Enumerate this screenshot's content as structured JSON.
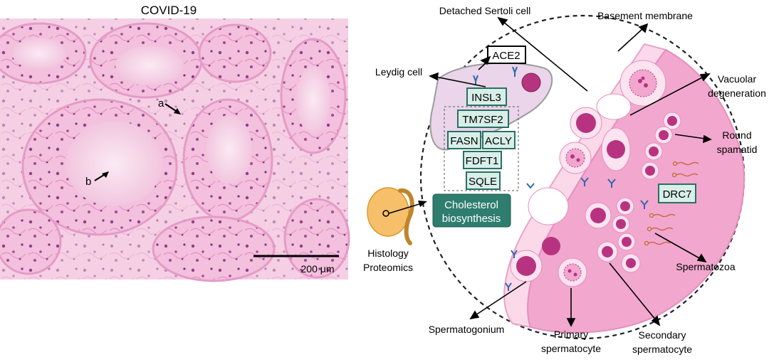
{
  "histology": {
    "title": "COVID-19",
    "marker_a": "a",
    "marker_b": "b",
    "scale_bar": "200 μm"
  },
  "diagram": {
    "labels": {
      "detached_sertoli": "Detached Sertoli cell",
      "basement_membrane": "Basement membrane",
      "leydig_cell": "Leydig cell",
      "vacuolar_line1": "Vacuolar",
      "vacuolar_line2": "degeneration",
      "round_line1": "Round",
      "round_line2": "spamatid",
      "histology_proteomics_line1": "Histology",
      "histology_proteomics_line2": "Proteomics",
      "spermatozoa": "Spermatozoa",
      "spermatogonium": "Spermatogonium",
      "primary_line1": "Primary",
      "primary_line2": "spermatocyte",
      "secondary_line1": "Secondary",
      "secondary_line2": "spermatocyte"
    },
    "proteins": {
      "ace2": "ACE2",
      "insl3": "INSL3",
      "tm7sf2": "TM7SF2",
      "fasn": "FASN",
      "acly": "ACLY",
      "fdft1": "FDFT1",
      "sqle": "SQLE",
      "drc7": "DRC7"
    },
    "pathway_line1": "Cholesterol",
    "pathway_line2": "biosynthesis"
  },
  "colors": {
    "tissue_pink": "#f2a7cf",
    "tissue_light": "#fbe3f0",
    "nucleus": "#b8337f",
    "protein_fill": "#d8efe8",
    "protein_border": "#2a6f63",
    "pathway_fill": "#2e7d6e",
    "leydig_fill": "#ead5ea"
  }
}
